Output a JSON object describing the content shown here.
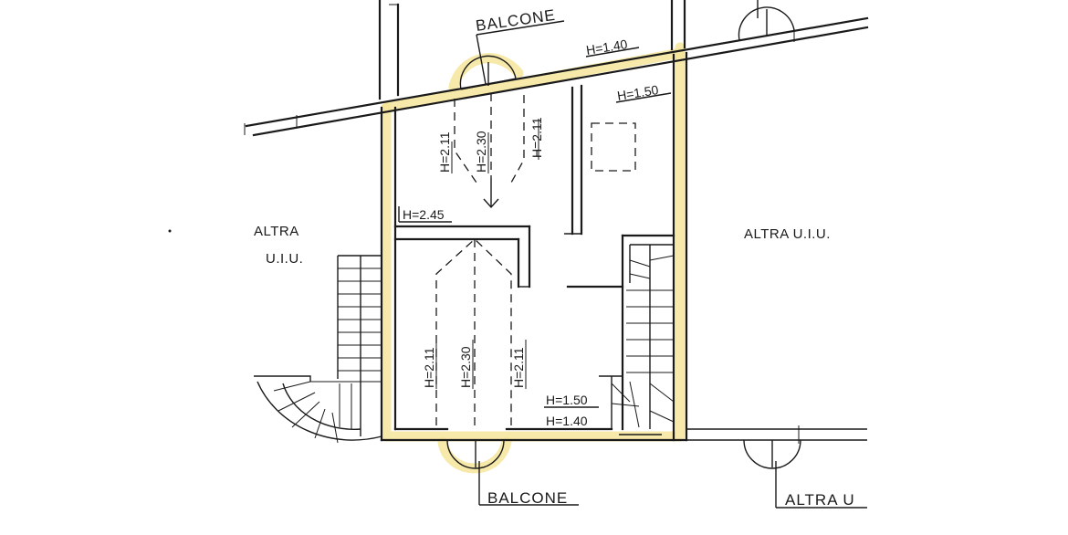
{
  "labels": {
    "balcone_top": "BALCONE",
    "balcone_bottom": "BALCONE",
    "altra_left_line1": "ALTRA",
    "altra_left_line2": "U.I.U.",
    "altra_right": "ALTRA U.I.U.",
    "altra_bottom_right": "ALTRA U"
  },
  "heights": {
    "h_140_top": "H=1.40",
    "h_150_top": "H=1.50",
    "h_211_upper_left": "H=2.11",
    "h_230_upper": "H=2.30",
    "h_211_upper_right": "H=2.11",
    "h_245": "H=2.45",
    "h_211_lower_left": "H=2.11",
    "h_230_lower": "H=2.30",
    "h_211_lower_right": "H=2.11",
    "h_150_bottom": "H=1.50",
    "h_140_bottom": "H=1.40"
  },
  "colors": {
    "highlight": "#f5e59a",
    "ink": "#1a1a1a"
  }
}
